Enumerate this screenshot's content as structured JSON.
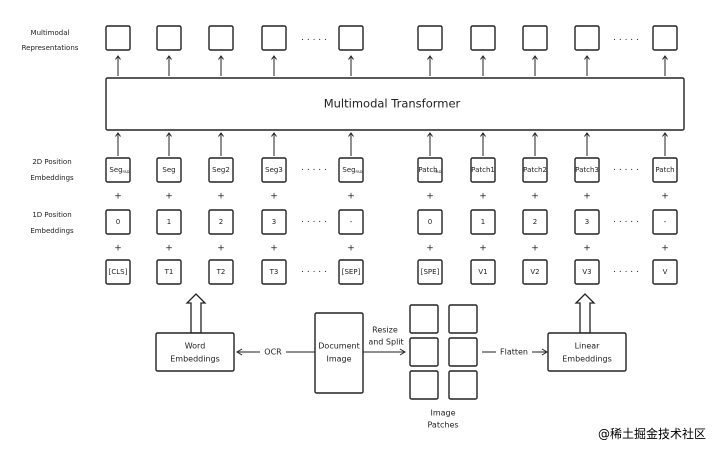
{
  "row_labels": {
    "multimodal": [
      "Multimodal",
      "Representations"
    ],
    "pos2d": [
      "2D Position",
      "Embeddings"
    ],
    "pos1d": [
      "1D Position",
      "Embeddings"
    ]
  },
  "transformer_label": "Multimodal Transformer",
  "ellipsis": "· · · · ·",
  "plus": "+",
  "text_tokens": {
    "seg": [
      "Seg",
      "Seg",
      "Seg2",
      "Seg3",
      "Seg"
    ],
    "seg_sub": [
      "PAD",
      "",
      "",
      "",
      "PAD"
    ],
    "pos": [
      "0",
      "1",
      "2",
      "3",
      "-"
    ],
    "tok": [
      "[CLS]",
      "T1",
      "T2",
      "T3",
      "[SEP]"
    ]
  },
  "image_tokens": {
    "seg": [
      "Patch",
      "Patch1",
      "Patch2",
      "Patch3",
      "Patch"
    ],
    "seg_sub": [
      "PAD",
      "",
      "",
      "",
      ""
    ],
    "pos": [
      "0",
      "1",
      "2",
      "3",
      "-"
    ],
    "tok": [
      "[SPE]",
      "V1",
      "V2",
      "V3",
      "V"
    ]
  },
  "bottom": {
    "word": [
      "Word",
      "Embeddings"
    ],
    "doc": [
      "Document",
      "Image"
    ],
    "linear": [
      "Linear",
      "Embeddings"
    ],
    "ocr": "OCR",
    "resize": [
      "Resize",
      "and Split"
    ],
    "flatten": "Flatten",
    "patches": [
      "Image",
      "Patches"
    ]
  },
  "watermark": "@稀土掘金技术社区"
}
